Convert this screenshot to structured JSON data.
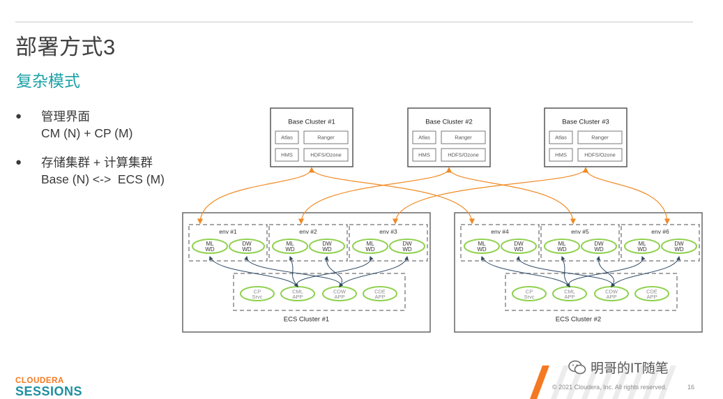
{
  "title": "部署方式3",
  "subtitle": "复杂模式",
  "bullets": [
    {
      "line1": "管理界面",
      "line2": "CM (N) + CP (M)"
    },
    {
      "line1": "存储集群 + 计算集群",
      "line2": "Base (N) <->  ECS (M)"
    }
  ],
  "base_clusters": [
    {
      "name": "Base Cluster #1",
      "services": [
        "Atlas",
        "Ranger",
        "HMS",
        "HDFS/Ozone"
      ]
    },
    {
      "name": "Base Cluster #2",
      "services": [
        "Atlas",
        "Ranger",
        "HMS",
        "HDFS/Ozone"
      ]
    },
    {
      "name": "Base Cluster #3",
      "services": [
        "Atlas",
        "Ranger",
        "HMS",
        "HDFS/Ozone"
      ]
    }
  ],
  "ecs_clusters": [
    {
      "name": "ECS Cluster #1",
      "envs": [
        "env #1",
        "env #2",
        "env #3"
      ],
      "apps": [
        "CP\nSrvc",
        "CML\nAPP",
        "CDW\nAPP",
        "CDE\nAPP"
      ]
    },
    {
      "name": "ECS Cluster #2",
      "envs": [
        "env #4",
        "env #5",
        "env #6"
      ],
      "apps": [
        "CP\nSrvc",
        "CML\nAPP",
        "CDW\nAPP",
        "CDE\nAPP"
      ]
    }
  ],
  "workloads": [
    "ML\nWD",
    "DW\nWD"
  ],
  "colors": {
    "accent_teal": "#1aa1a6",
    "arrow_orange": "#f08a24",
    "oval_green": "#8fd14f",
    "arrow_navy": "#2e4a66",
    "logo_orange": "#f47920",
    "logo_teal": "#1c8fa0"
  },
  "footer": {
    "logo_top": "CLOUDERA",
    "logo_bottom": "SESSIONS",
    "copyright": "© 2021 Cloudera, Inc. All rights reserved.",
    "page": "16"
  },
  "watermark": {
    "icon": "wechat-icon",
    "text": "明哥的IT随笔"
  }
}
